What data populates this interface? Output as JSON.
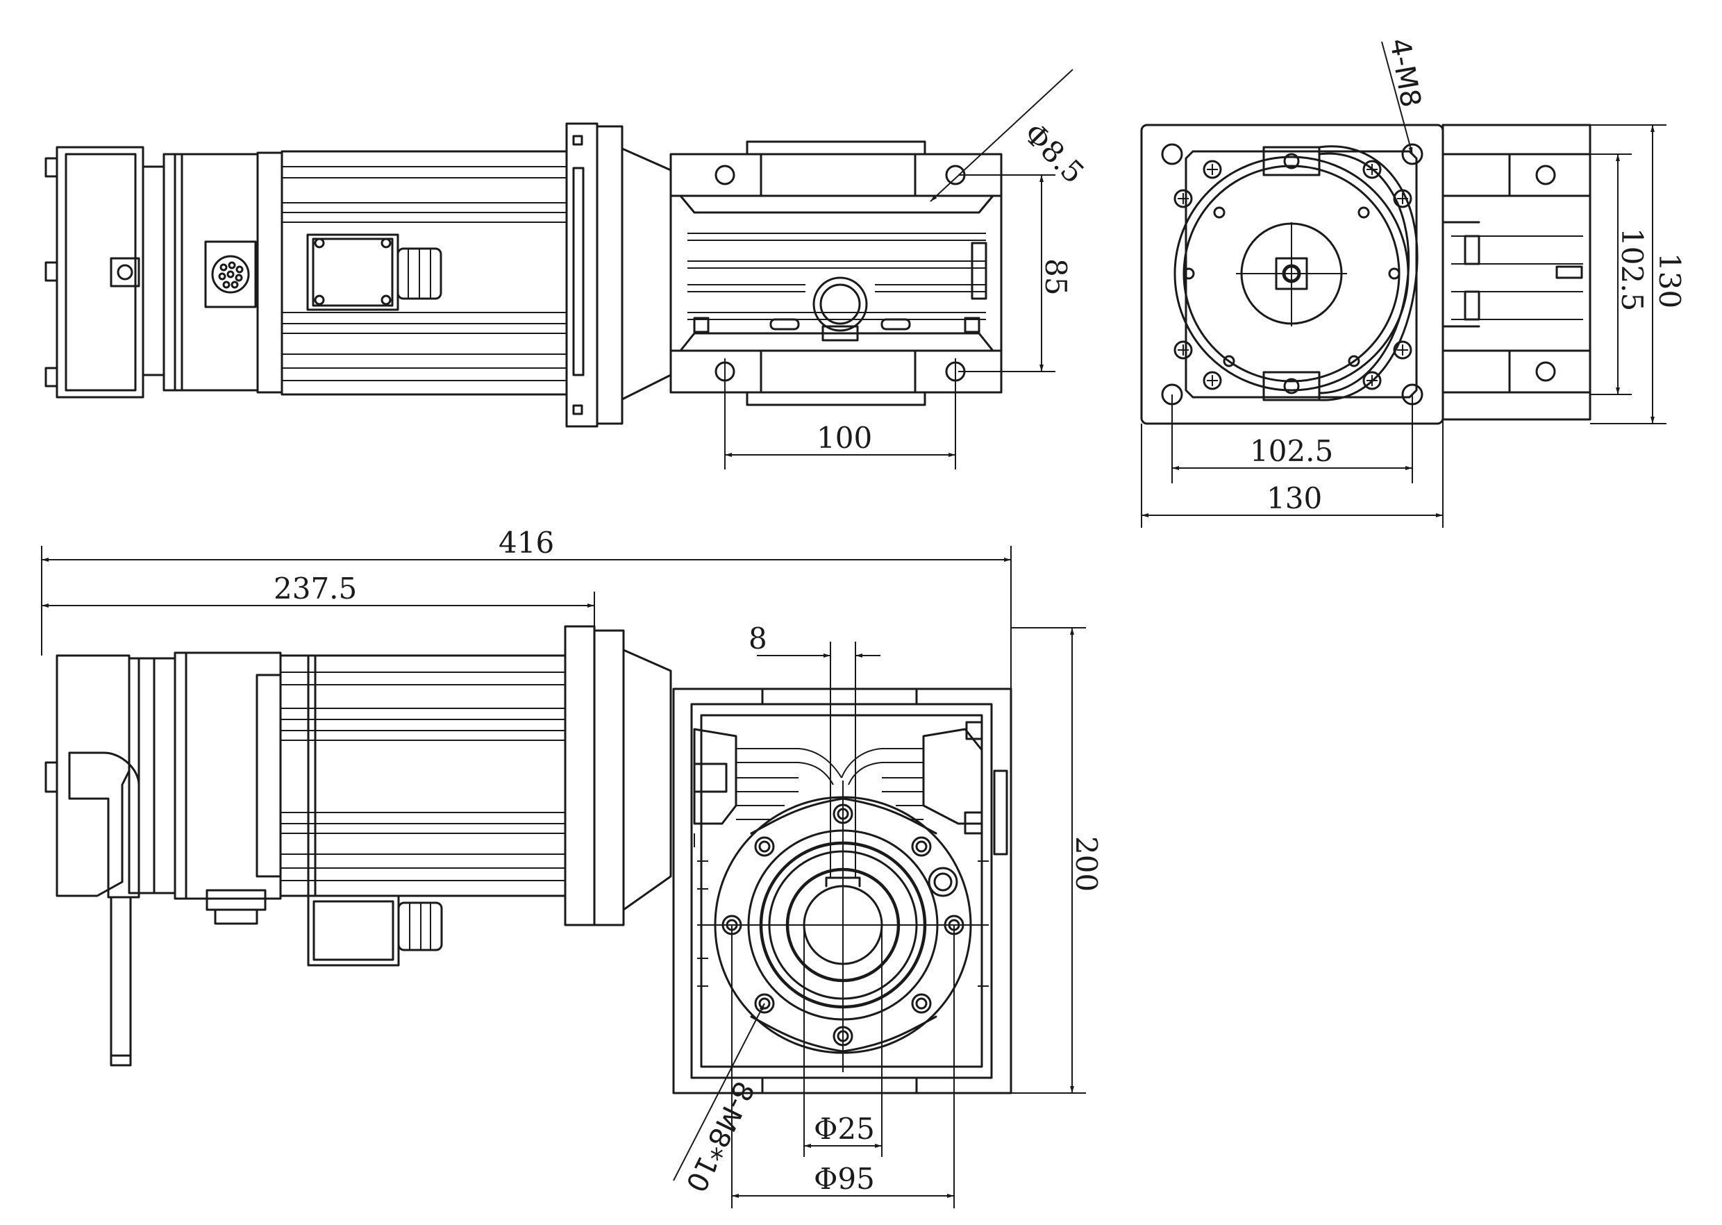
{
  "views": {
    "top": {
      "dims": {
        "hole_dia": "Φ8.5",
        "hole_spacing_v": "85",
        "hole_spacing_h": "100"
      }
    },
    "end": {
      "dims": {
        "thread": "4-M8",
        "inner_w": "102.5",
        "outer_w": "130",
        "inner_h": "102.5",
        "outer_h": "130"
      }
    },
    "front": {
      "dims": {
        "overall_length": "416",
        "motor_length": "237.5",
        "key_width": "8",
        "height": "200",
        "shaft_dia": "Φ25",
        "flange_dia": "Φ95",
        "flange_holes": "8-M8*10"
      }
    }
  }
}
